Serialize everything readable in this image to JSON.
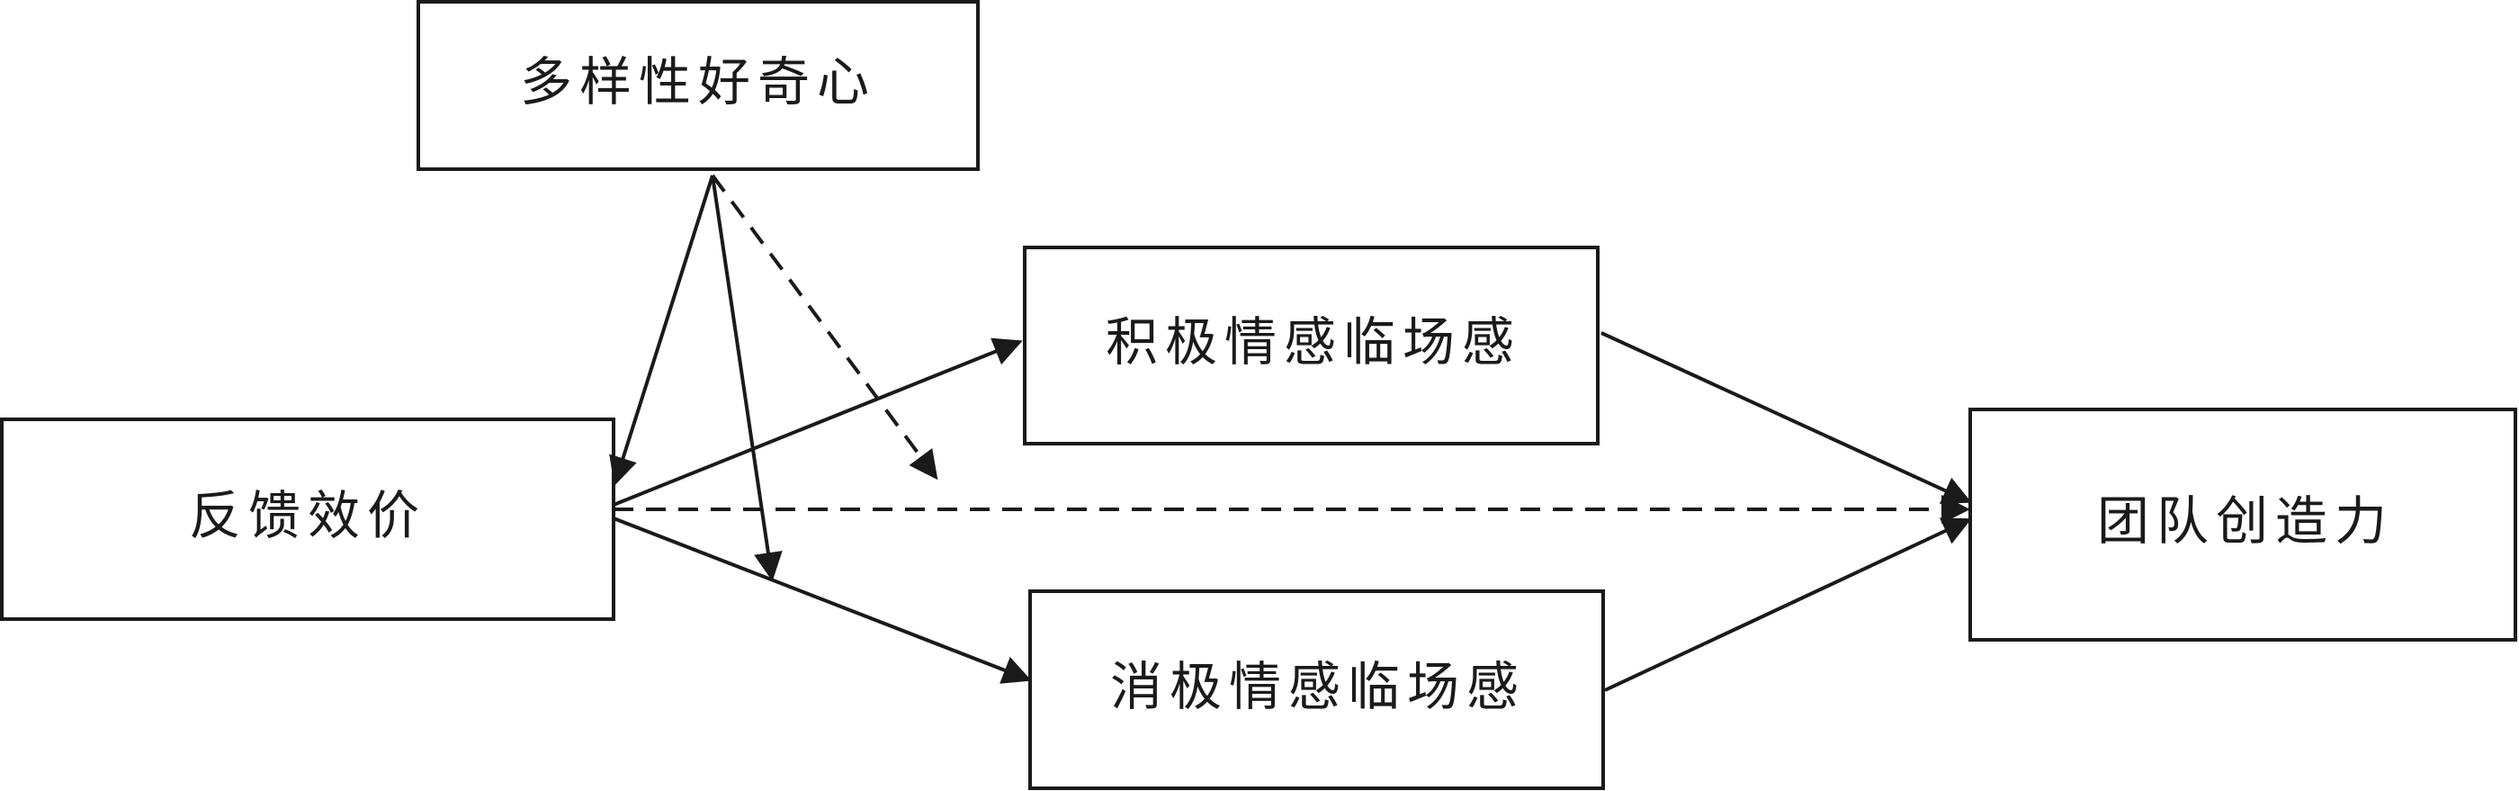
{
  "nodes": {
    "diversive_curiosity": "多样性好奇心",
    "feedback_valence": "反馈效价",
    "positive_affective_presence": "积极情感临场感",
    "negative_affective_presence": "消极情感临场感",
    "team_creativity": "团队创造力"
  },
  "edges": [
    {
      "from": "feedback_valence",
      "to": "positive_affective_presence",
      "style": "solid"
    },
    {
      "from": "feedback_valence",
      "to": "negative_affective_presence",
      "style": "solid"
    },
    {
      "from": "positive_affective_presence",
      "to": "team_creativity",
      "style": "solid"
    },
    {
      "from": "negative_affective_presence",
      "to": "team_creativity",
      "style": "solid"
    },
    {
      "from": "feedback_valence",
      "to": "team_creativity",
      "style": "dashed"
    },
    {
      "from": "diversive_curiosity",
      "to": "feedback_valence -> positive_affective_presence",
      "style": "solid"
    },
    {
      "from": "diversive_curiosity",
      "to": "feedback_valence -> negative_affective_presence",
      "style": "solid"
    },
    {
      "from": "diversive_curiosity",
      "to": "feedback_valence -> team_creativity",
      "style": "dashed"
    }
  ]
}
